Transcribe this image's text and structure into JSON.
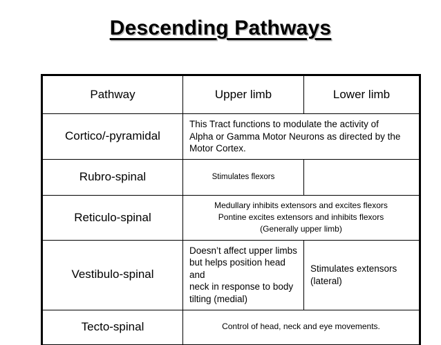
{
  "title": "Descending Pathways",
  "table": {
    "columns": [
      "Pathway",
      "Upper limb",
      "Lower limb"
    ],
    "rows": [
      {
        "pathway": "Cortico/-pyramidal",
        "merged": true,
        "merged_align": "left",
        "lines": [
          "This Tract functions to modulate the activity of",
          "Alpha or Gamma Motor Neurons as directed by the",
          "Motor Cortex."
        ]
      },
      {
        "pathway": "Rubro-spinal",
        "merged": false,
        "upper": "Stimulates flexors",
        "lower": ""
      },
      {
        "pathway": "Reticulo-spinal",
        "merged": true,
        "merged_align": "center",
        "lines": [
          "Medullary inhibits extensors and excites flexors",
          "Pontine excites extensors and inhibits flexors",
          "(Generally upper limb)"
        ]
      },
      {
        "pathway": "Vestibulo-spinal",
        "merged": false,
        "upper_lines": [
          "Doesn’t affect upper limbs",
          "but helps position head and",
          "neck in response to body",
          "tilting (medial)"
        ],
        "lower_lines": [
          "Stimulates extensors",
          "(lateral)"
        ]
      },
      {
        "pathway": "Tecto-spinal",
        "merged": true,
        "merged_align": "center",
        "lines": [
          "Control of head, neck and eye movements."
        ]
      }
    ]
  },
  "colors": {
    "background": "#ffffff",
    "text": "#000000",
    "border": "#000000",
    "shadow": "#787878"
  }
}
